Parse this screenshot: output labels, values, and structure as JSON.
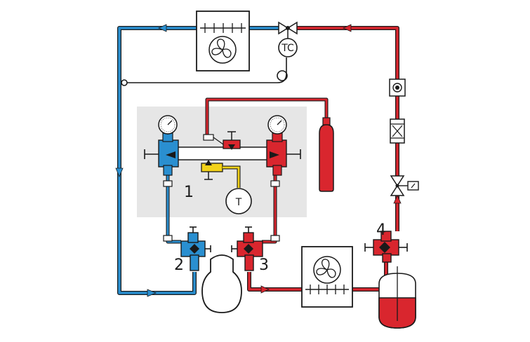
{
  "labels": {
    "station_1": "1",
    "valve_2": "2",
    "valve_3": "3",
    "valve_4": "4"
  },
  "instruments": {
    "temperature_controller": "TC",
    "thermometer": "T"
  },
  "colors": {
    "low_pressure_blue": "#2a8fd0",
    "high_pressure_red": "#d9262e",
    "sensor_yellow": "#f3d21a",
    "panel_gray": "#e6e6e6",
    "outline": "#1a1a1a"
  },
  "icons": [
    "condenser-fan-icon",
    "evaporator-fan-icon",
    "expansion-valve-icon",
    "sight-glass-icon",
    "filter-drier-icon",
    "solenoid-valve-icon",
    "pressure-gauge-icon",
    "refrigerant-cylinder-icon",
    "compressor-icon",
    "receiver-tank-icon"
  ]
}
